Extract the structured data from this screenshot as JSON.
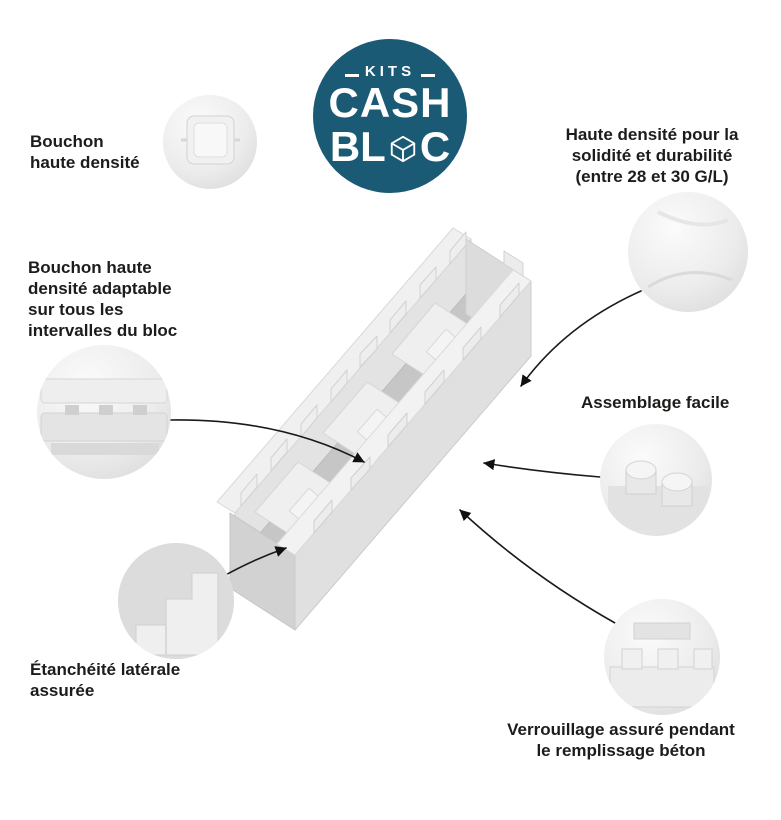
{
  "logo": {
    "kits": "KITS",
    "cash": "CASH",
    "bloc_left": "BL",
    "bloc_right": "C",
    "bg_color": "#1a5a75"
  },
  "colors": {
    "text": "#1c1c1a",
    "arrow": "#1a1a1a",
    "foam_light": "#f2f2f2",
    "foam_mid": "#e0e0e0",
    "foam_dark": "#c6c6c6"
  },
  "callouts": {
    "bouchon": {
      "label": "Bouchon\nhaute densité"
    },
    "haute_densite": {
      "label": "Haute densité pour la\nsolidité et durabilité\n(entre 28 et 30 G/L)"
    },
    "adaptable": {
      "label": "Bouchon haute\ndensité adaptable\nsur tous les\nintervalles du bloc"
    },
    "assemblage": {
      "label": "Assemblage facile"
    },
    "etancheite": {
      "label": "Étanchéité latérale\nassurée"
    },
    "verrouillage": {
      "label": "Verrouillage assuré pendant\nle remplissage béton"
    }
  }
}
